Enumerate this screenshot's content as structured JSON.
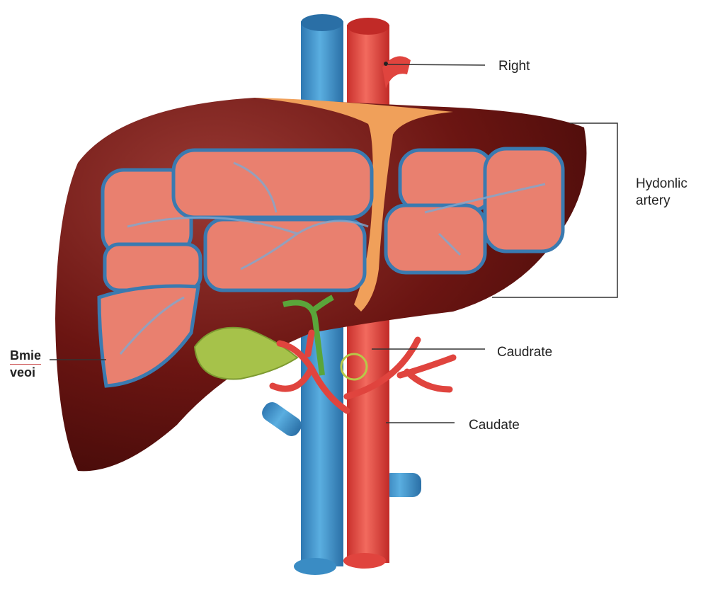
{
  "labels": {
    "right": "Right",
    "hydonlic_line1": "Hydonlic",
    "hydonlic_line2": "artery",
    "caudrate": "Caudrate",
    "caudate": "Caudate",
    "bmie_line1": "Bmie",
    "bmie_line2": "veoi"
  },
  "colors": {
    "liver_outer": "#6b1512",
    "lobe": "#e9806f",
    "vein_blue": "#3a8cc4",
    "artery_red": "#e0443e",
    "gallbladder": "#a6c24a",
    "ligament": "#f0a05a"
  }
}
